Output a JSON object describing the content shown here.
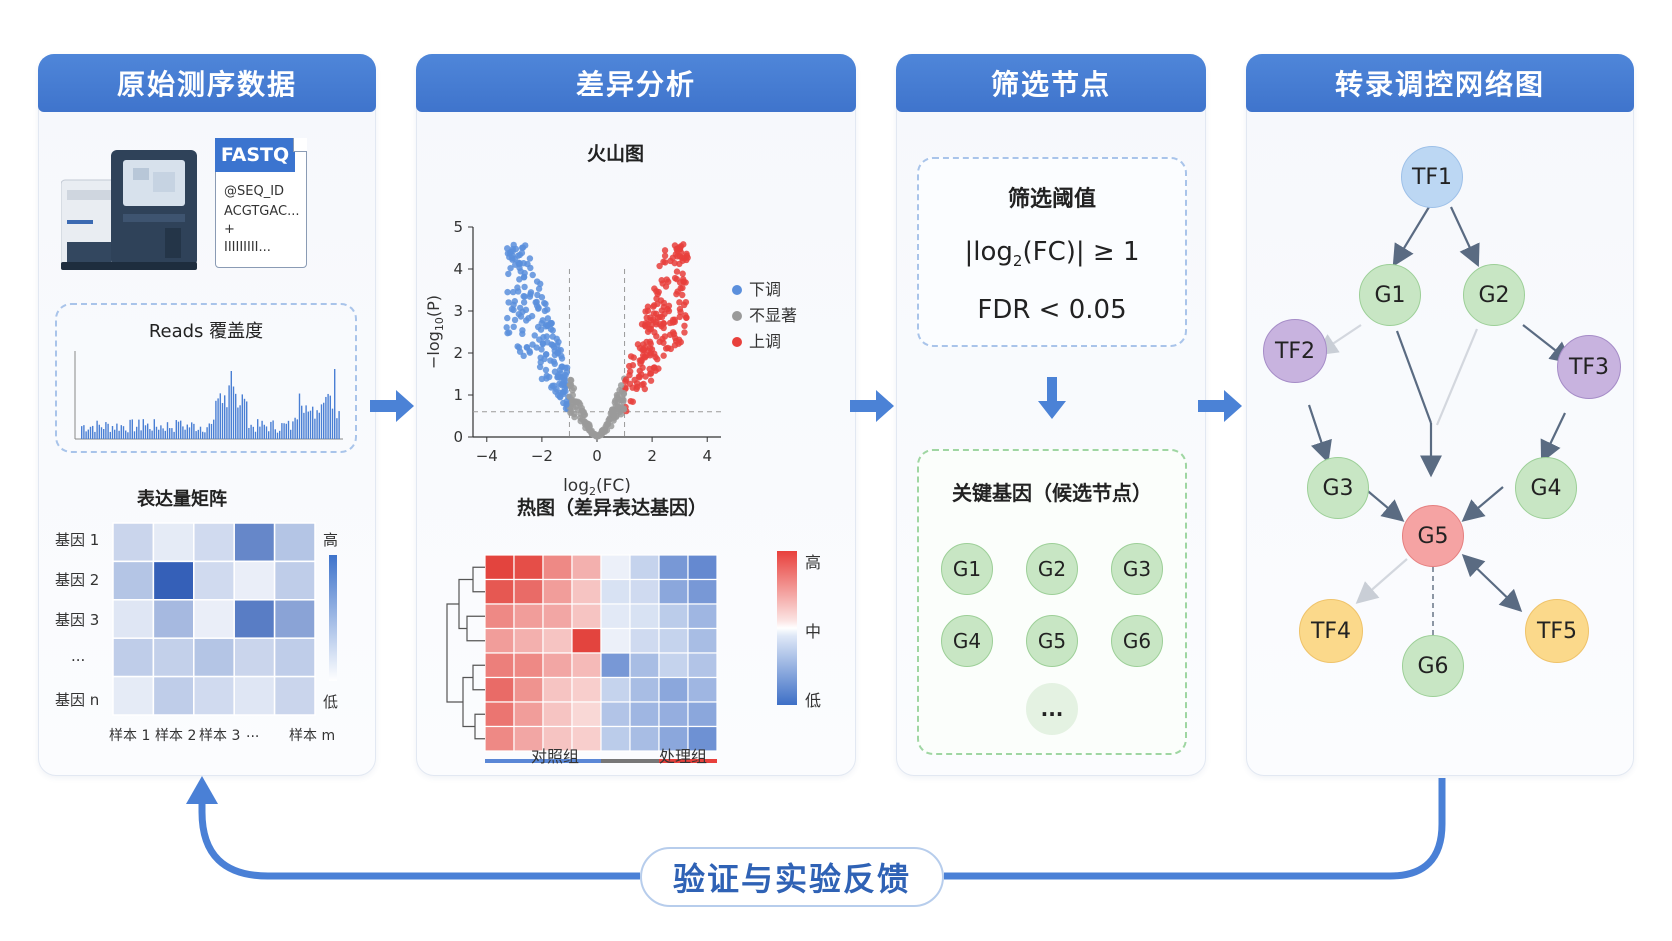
{
  "panels": {
    "raw": {
      "title": "原始测序数据",
      "fastq": {
        "tag": "FASTQ",
        "lines": [
          "@SEQ_ID",
          "ACGTGAC...",
          "+",
          "IIIIIIIII..."
        ]
      },
      "coverage_title": "Reads 覆盖度",
      "matrix_title": "表达量矩阵",
      "matrix_rows": [
        "基因 1",
        "基因 2",
        "基因 3",
        "...",
        "基因 n"
      ],
      "matrix_cols": [
        "样本 1",
        "样本 2",
        "样本 3",
        "...",
        "样本 m"
      ],
      "matrix_legend_high": "高",
      "matrix_legend_low": "低"
    },
    "diff": {
      "title": "差异分析",
      "volcano_title": "火山图",
      "heatmap_title": "热图（差异表达基因）",
      "heatmap_legend_high": "高",
      "heatmap_legend_mid": "中",
      "heatmap_legend_low": "低",
      "group_control": "对照组",
      "group_treat": "处理组"
    },
    "filter": {
      "title": "筛选节点",
      "threshold_title": "筛选阈值",
      "threshold_fc_prefix": "|log",
      "threshold_fc_sub": "2",
      "threshold_fc_suffix": "(FC)| ≥ 1",
      "threshold_fdr": "FDR < 0.05",
      "key_genes_title": "关键基因（候选节点）",
      "genes": [
        "G1",
        "G2",
        "G3",
        "G4",
        "G5",
        "G6",
        "..."
      ]
    },
    "network": {
      "title": "转录调控网络图",
      "nodes": {
        "TF1": "TF1",
        "G1": "G1",
        "G2": "G2",
        "TF2": "TF2",
        "TF3": "TF3",
        "G3": "G3",
        "G4": "G4",
        "G5": "G5",
        "TF4": "TF4",
        "TF5": "TF5",
        "G6": "G6"
      }
    }
  },
  "feedback_label": "验证与实验反馈",
  "colors": {
    "header_blue": "#4580d4",
    "up_red": "#e8403c",
    "down_blue": "#5b8fdc",
    "ns_gray": "#9a9a9a",
    "tf_purple": "#c8b3df",
    "gene_green": "#c8e6c4",
    "target_red": "#f5a3a3",
    "tf_yellow": "#fbd98b",
    "tf_blue": "#bcd7f3"
  },
  "chart_data": {
    "type": "scatter",
    "title": "火山图",
    "xlabel": "log2(FC)",
    "ylabel": "−log10(P)",
    "xlim": [
      -4.5,
      4.5
    ],
    "ylim": [
      0,
      5
    ],
    "xticks": [
      "−4",
      "−2",
      "0",
      "2",
      "4"
    ],
    "yticks": [
      "0",
      "1",
      "2",
      "3",
      "4",
      "5"
    ],
    "thresholds": {
      "fc": [
        -1,
        1
      ],
      "p": 0.6
    },
    "legend": [
      "下调",
      "不显著",
      "上调"
    ],
    "legend_placement": "right",
    "series": [
      {
        "name": "下调",
        "color": "#5b8fdc"
      },
      {
        "name": "不显著",
        "color": "#9a9a9a"
      },
      {
        "name": "上调",
        "color": "#e8403c"
      }
    ]
  }
}
